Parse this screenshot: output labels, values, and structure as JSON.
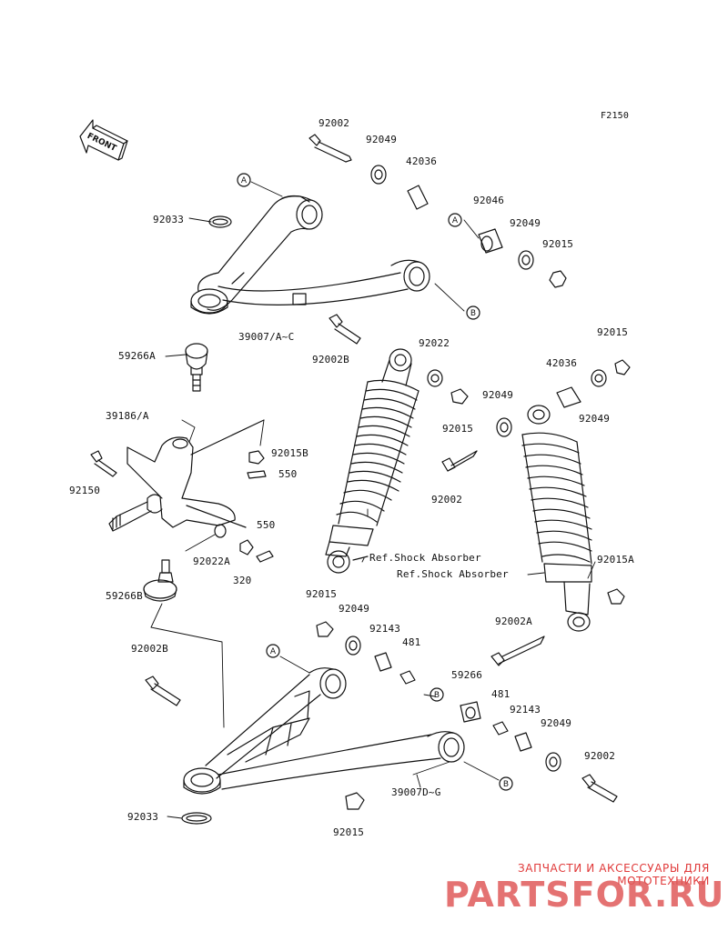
{
  "figure_code": "F2150",
  "front_label": "FRONT",
  "refs": {
    "a": "A",
    "b": "B"
  },
  "parts": {
    "p92002_top": "92002",
    "p92049_top": "92049",
    "p42036_top": "42036",
    "p92046": "92046",
    "p92049_b": "92049",
    "p92015_a": "92015",
    "p92033_top": "92033",
    "p59266a": "59266A",
    "p39007": "39007/A~C",
    "p92002b_top": "92002B",
    "p92022": "92022",
    "p92015_mid": "92015",
    "p92015_right": "92015",
    "p42036_right": "42036",
    "p92049_c": "92049",
    "p92049_d": "92049",
    "p39186": "39186/A",
    "p92015b": "92015B",
    "p550_a": "550",
    "p92150": "92150",
    "p92002_mid": "92002",
    "ref_shock_1": "Ref.Shock Absorber",
    "ref_shock_2": "Ref.Shock Absorber",
    "p550_b": "550",
    "p92022a": "92022A",
    "p320": "320",
    "p92015a": "92015A",
    "p59266b": "59266B",
    "p92015_low": "92015",
    "p92049_low": "92049",
    "p92143_a": "92143",
    "p481_a": "481",
    "p92002a": "92002A",
    "p92002b_low": "92002B",
    "p59266": "59266",
    "p481_b": "481",
    "p92143_b": "92143",
    "p92049_e": "92049",
    "p92002_low": "92002",
    "p390070": "39007D~G",
    "p92033_low": "92033",
    "p92015_bottom": "92015"
  },
  "watermark": {
    "line1": "ЗАПЧАСТИ И АКСЕССУАРЫ ДЛЯ МОТОТЕХНИКИ",
    "line2": "PARTSFOR.RU"
  }
}
